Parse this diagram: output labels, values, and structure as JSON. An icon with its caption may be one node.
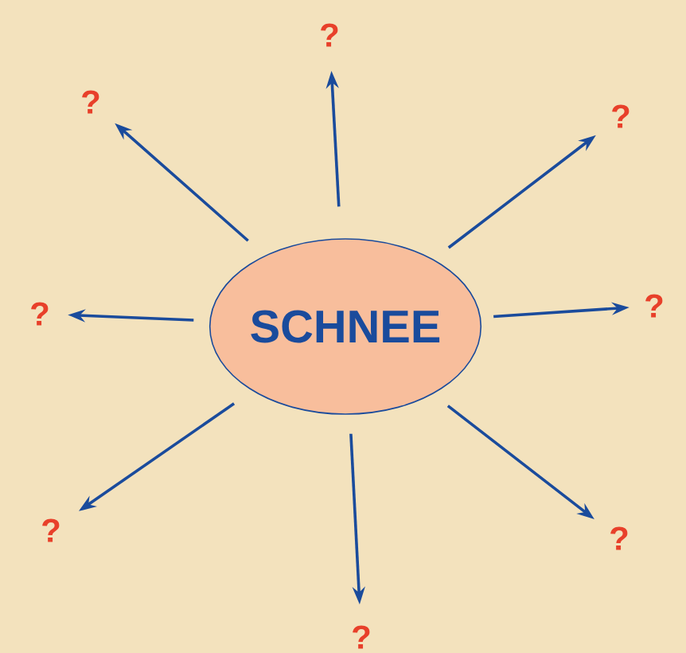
{
  "diagram": {
    "nodes": [
      {
        "text": [
          "SCHNEE"
        ]
      },
      {
        "text": [
          "?"
        ]
      },
      {
        "text": [
          "?"
        ]
      },
      {
        "text": [
          "?"
        ]
      },
      {
        "text": [
          "?"
        ]
      },
      {
        "text": [
          "?"
        ]
      },
      {
        "text": [
          "?"
        ]
      },
      {
        "text": [
          "?"
        ]
      },
      {
        "text": [
          "?"
        ]
      }
    ],
    "edges": [
      {
        "from": 0,
        "to": 1,
        "arrow": "to"
      },
      {
        "from": 0,
        "to": 2,
        "arrow": "to"
      },
      {
        "from": 0,
        "to": 3,
        "arrow": "to"
      },
      {
        "from": 0,
        "to": 4,
        "arrow": "to"
      },
      {
        "from": 0,
        "to": 5,
        "arrow": "to"
      },
      {
        "from": 0,
        "to": 6,
        "arrow": "to"
      },
      {
        "from": 0,
        "to": 7,
        "arrow": "to"
      },
      {
        "from": 0,
        "to": 8,
        "arrow": "to"
      }
    ]
  }
}
